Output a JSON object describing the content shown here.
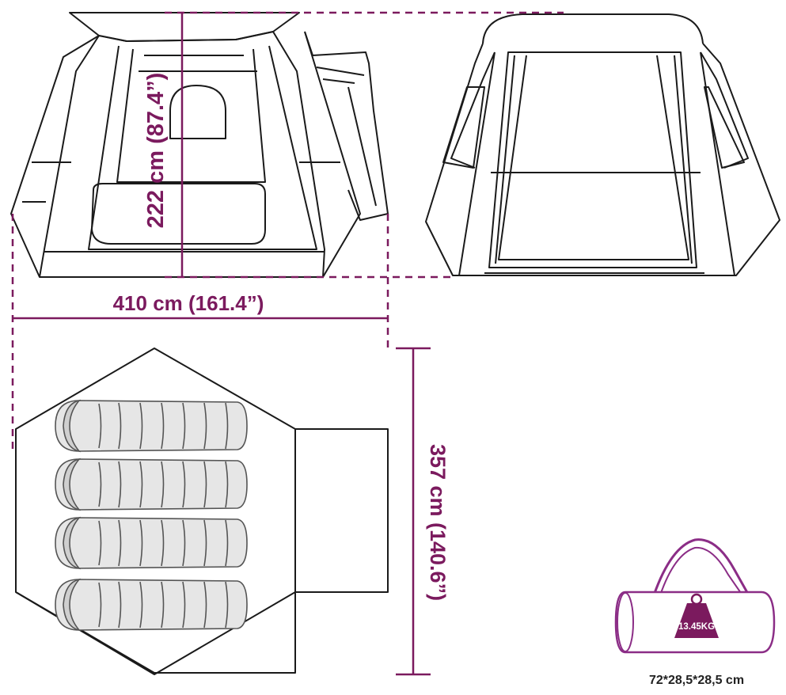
{
  "colors": {
    "dimension": "#7b1a5e",
    "outline": "#1a1a1a",
    "bag_fill": "#e6e6e6",
    "bag_shade": "#cfcfcf",
    "weight_fill": "#7b1a5e"
  },
  "dimensions": {
    "height_label": "222 cm (87.4”)",
    "width_label": "410 cm (161.4”)",
    "depth_label": "357 cm (140.6”)"
  },
  "carry_bag": {
    "weight_label": "13.45KG",
    "size_label": "72*28,5*28,5 cm",
    "icons": [
      "carry-bag-icon",
      "weight-icon"
    ]
  },
  "floor_plan": {
    "sleeping_bag_count": 4,
    "icons": [
      "sleeping-bag-icon"
    ]
  }
}
